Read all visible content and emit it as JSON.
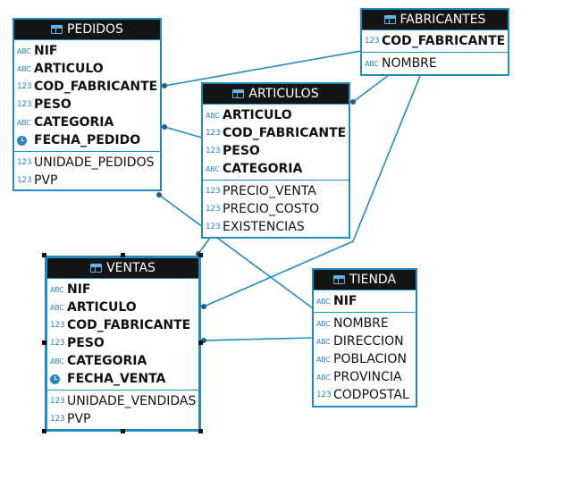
{
  "colors": {
    "accent": "#1e8bc3",
    "header_bg": "#141414",
    "relation_line": "#1e8bc3"
  },
  "entities": {
    "pedidos": {
      "title": "PEDIDOS",
      "keys": [
        {
          "type": "ABC",
          "name": "NIF"
        },
        {
          "type": "ABC",
          "name": "ARTICULO"
        },
        {
          "type": "123",
          "name": "COD_FABRICANTE"
        },
        {
          "type": "123",
          "name": "PESO"
        },
        {
          "type": "ABC",
          "name": "CATEGORIA"
        },
        {
          "type": "clock-icon",
          "name": "FECHA_PEDIDO"
        }
      ],
      "attributes": [
        {
          "type": "123",
          "name": "UNIDADE_PEDIDOS"
        },
        {
          "type": "123",
          "name": "PVP"
        }
      ]
    },
    "fabricantes": {
      "title": "FABRICANTES",
      "keys": [
        {
          "type": "123",
          "name": "COD_FABRICANTE"
        }
      ],
      "attributes": [
        {
          "type": "ABC",
          "name": "NOMBRE"
        }
      ]
    },
    "articulos": {
      "title": "ARTICULOS",
      "keys": [
        {
          "type": "ABC",
          "name": "ARTICULO"
        },
        {
          "type": "123",
          "name": "COD_FABRICANTE"
        },
        {
          "type": "123",
          "name": "PESO"
        },
        {
          "type": "ABC",
          "name": "CATEGORIA"
        }
      ],
      "attributes": [
        {
          "type": "123",
          "name": "PRECIO_VENTA"
        },
        {
          "type": "123",
          "name": "PRECIO_COSTO"
        },
        {
          "type": "123",
          "name": "EXISTENCIAS"
        }
      ]
    },
    "ventas": {
      "title": "VENTAS",
      "keys": [
        {
          "type": "ABC",
          "name": "NIF"
        },
        {
          "type": "ABC",
          "name": "ARTICULO"
        },
        {
          "type": "123",
          "name": "COD_FABRICANTE"
        },
        {
          "type": "123",
          "name": "PESO"
        },
        {
          "type": "ABC",
          "name": "CATEGORIA"
        },
        {
          "type": "clock-icon",
          "name": "FECHA_VENTA"
        }
      ],
      "attributes": [
        {
          "type": "123",
          "name": "UNIDADE_VENDIDAS"
        },
        {
          "type": "123",
          "name": "PVP"
        }
      ]
    },
    "tienda": {
      "title": "TIENDA",
      "keys": [
        {
          "type": "ABC",
          "name": "NIF"
        }
      ],
      "attributes": [
        {
          "type": "ABC",
          "name": "NOMBRE"
        },
        {
          "type": "ABC",
          "name": "DIRECCION"
        },
        {
          "type": "ABC",
          "name": "POBLACION"
        },
        {
          "type": "ABC",
          "name": "PROVINCIA"
        },
        {
          "type": "123",
          "name": "CODPOSTAL"
        }
      ]
    }
  },
  "relations": [
    {
      "from": "pedidos",
      "to": "fabricantes"
    },
    {
      "from": "pedidos",
      "to": "articulos"
    },
    {
      "from": "pedidos",
      "to": "tienda"
    },
    {
      "from": "articulos",
      "to": "fabricantes"
    },
    {
      "from": "ventas",
      "to": "articulos"
    },
    {
      "from": "ventas",
      "to": "fabricantes"
    },
    {
      "from": "ventas",
      "to": "tienda"
    }
  ]
}
